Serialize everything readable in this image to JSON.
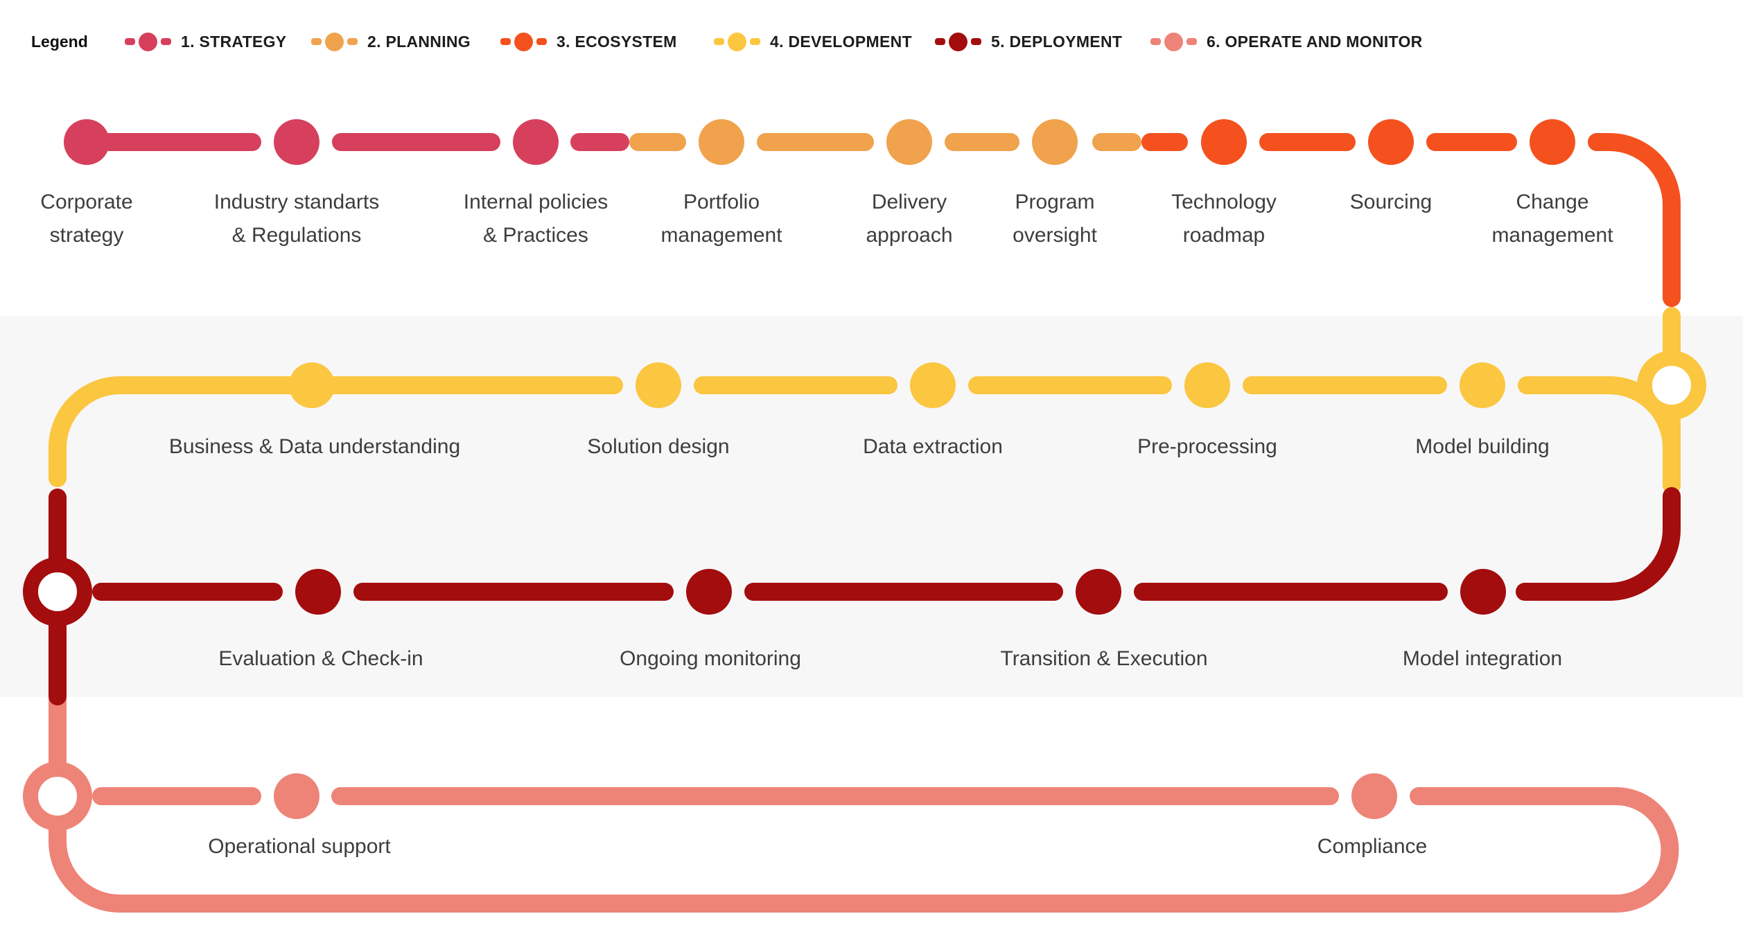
{
  "colors": {
    "strategy": "#D6405C",
    "planning": "#F0A24D",
    "ecosystem": "#F4511F",
    "development": "#FBC640",
    "deployment": "#A30D0E",
    "operate": "#EE8377",
    "band": "#F7F7F7",
    "label_text": "#3D3D3D",
    "legend_text": "#1D1D1F"
  },
  "legend": {
    "title": "Legend",
    "items": [
      {
        "label": "1. STRATEGY",
        "phase": "strategy"
      },
      {
        "label": "2. PLANNING",
        "phase": "planning"
      },
      {
        "label": "3. ECOSYSTEM",
        "phase": "ecosystem"
      },
      {
        "label": "4. DEVELOPMENT",
        "phase": "development"
      },
      {
        "label": "5. DEPLOYMENT",
        "phase": "deployment"
      },
      {
        "label": "6. OPERATE AND MONITOR",
        "phase": "operate"
      }
    ]
  },
  "map": {
    "rows": [
      {
        "name": "strategy-planning-ecosystem-row",
        "stations": [
          {
            "id": "corporate-strategy",
            "phase": "strategy",
            "label": "Corporate\nstrategy"
          },
          {
            "id": "industry-standarts-regulations",
            "phase": "strategy",
            "label": "Industry standarts\n& Regulations"
          },
          {
            "id": "internal-policies-practices",
            "phase": "strategy",
            "label": "Internal policies\n& Practices"
          },
          {
            "id": "portfolio-management",
            "phase": "planning",
            "label": "Portfolio\nmanagement"
          },
          {
            "id": "delivery-approach",
            "phase": "planning",
            "label": "Delivery\napproach"
          },
          {
            "id": "program-oversight",
            "phase": "planning",
            "label": "Program\noversight"
          },
          {
            "id": "technology-roadmap",
            "phase": "ecosystem",
            "label": "Technology\nroadmap"
          },
          {
            "id": "sourcing",
            "phase": "ecosystem",
            "label": "Sourcing"
          },
          {
            "id": "change-management",
            "phase": "ecosystem",
            "label": "Change\nmanagement"
          }
        ]
      },
      {
        "name": "development-row",
        "stations": [
          {
            "id": "business-data-understanding",
            "phase": "development",
            "label": "Business & Data understanding"
          },
          {
            "id": "solution-design",
            "phase": "development",
            "label": "Solution design"
          },
          {
            "id": "data-extraction",
            "phase": "development",
            "label": "Data extraction"
          },
          {
            "id": "pre-processing",
            "phase": "development",
            "label": "Pre-processing"
          },
          {
            "id": "model-building",
            "phase": "development",
            "label": "Model building"
          }
        ]
      },
      {
        "name": "deployment-row",
        "stations": [
          {
            "id": "evaluation-check-in",
            "phase": "deployment",
            "label": "Evaluation & Check-in"
          },
          {
            "id": "ongoing-monitoring",
            "phase": "deployment",
            "label": "Ongoing monitoring"
          },
          {
            "id": "transition-execution",
            "phase": "deployment",
            "label": "Transition & Execution"
          },
          {
            "id": "model-integration",
            "phase": "deployment",
            "label": "Model integration"
          }
        ]
      },
      {
        "name": "operate-and-monitor-row",
        "stations": [
          {
            "id": "operational-support",
            "phase": "operate",
            "label": "Operational support"
          },
          {
            "id": "compliance",
            "phase": "operate",
            "label": "Compliance"
          }
        ]
      }
    ]
  }
}
